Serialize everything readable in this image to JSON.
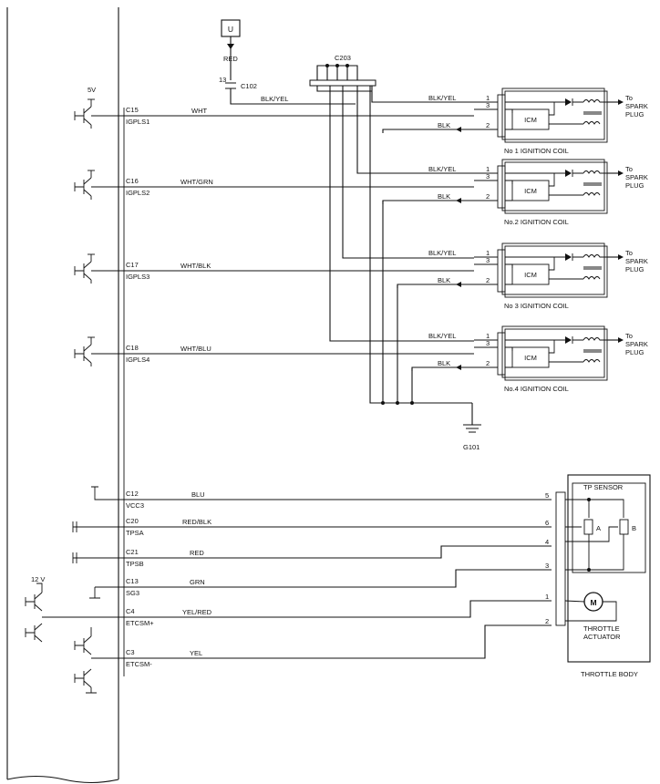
{
  "ecm_pins": [
    {
      "pin": "C15",
      "signal": "IGPLS1",
      "wire": "WHT"
    },
    {
      "pin": "C16",
      "signal": "IGPLS2",
      "wire": "WHT/GRN"
    },
    {
      "pin": "C17",
      "signal": "IGPLS3",
      "wire": "WHT/BLK"
    },
    {
      "pin": "C18",
      "signal": "IGPLS4",
      "wire": "WHT/BLU"
    },
    {
      "pin": "C12",
      "signal": "VCC3",
      "wire": "BLU"
    },
    {
      "pin": "C20",
      "signal": "TPSA",
      "wire": "RED/BLK"
    },
    {
      "pin": "C21",
      "signal": "TPSB",
      "wire": "RED"
    },
    {
      "pin": "C13",
      "signal": "SG3",
      "wire": "GRN"
    },
    {
      "pin": "C4",
      "signal": "ETCSM+",
      "wire": "YEL/RED"
    },
    {
      "pin": "C3",
      "signal": "ETCSM-",
      "wire": "YEL"
    }
  ],
  "supply": {
    "v5": "5V",
    "v12": "12 V",
    "fuse_box": "U",
    "fuse_wire": "RED",
    "fuse_pin": "13",
    "fuse_connector": "C102",
    "feed_wire": "BLK/YEL"
  },
  "splice": {
    "label": "C203"
  },
  "coils": [
    {
      "label": "No 1 IGNITION COIL",
      "feed_wire": "BLK/YEL",
      "gnd_wire": "BLK",
      "icm": "ICM",
      "pins": [
        "1",
        "3",
        "2"
      ],
      "to": "To",
      "spark": "SPARK",
      "plug": "PLUG"
    },
    {
      "label": "No.2 IGNITION COIL",
      "feed_wire": "BLK/YEL",
      "gnd_wire": "BLK",
      "icm": "ICM",
      "pins": [
        "1",
        "3",
        "2"
      ],
      "to": "To",
      "spark": "SPARK",
      "plug": "PLUG"
    },
    {
      "label": "No 3 IGNITION COIL",
      "feed_wire": "BLK/YEL",
      "gnd_wire": "BLK",
      "icm": "ICM",
      "pins": [
        "1",
        "3",
        "2"
      ],
      "to": "To",
      "spark": "SPARK",
      "plug": "PLUG"
    },
    {
      "label": "No.4 IGNITION COIL",
      "feed_wire": "BLK/YEL",
      "gnd_wire": "BLK",
      "icm": "ICM",
      "pins": [
        "1",
        "3",
        "2"
      ],
      "to": "To",
      "spark": "SPARK",
      "plug": "PLUG"
    }
  ],
  "ground": {
    "label": "G101"
  },
  "throttle_body": {
    "label": "THROTTLE BODY",
    "sensor": "TP SENSOR",
    "actuator_line1": "THROTTLE",
    "actuator_line2": "ACTUATOR",
    "motor": "M",
    "pot_a": "A",
    "pot_b": "B",
    "pins": [
      "5",
      "6",
      "4",
      "3",
      "1",
      "2"
    ]
  }
}
